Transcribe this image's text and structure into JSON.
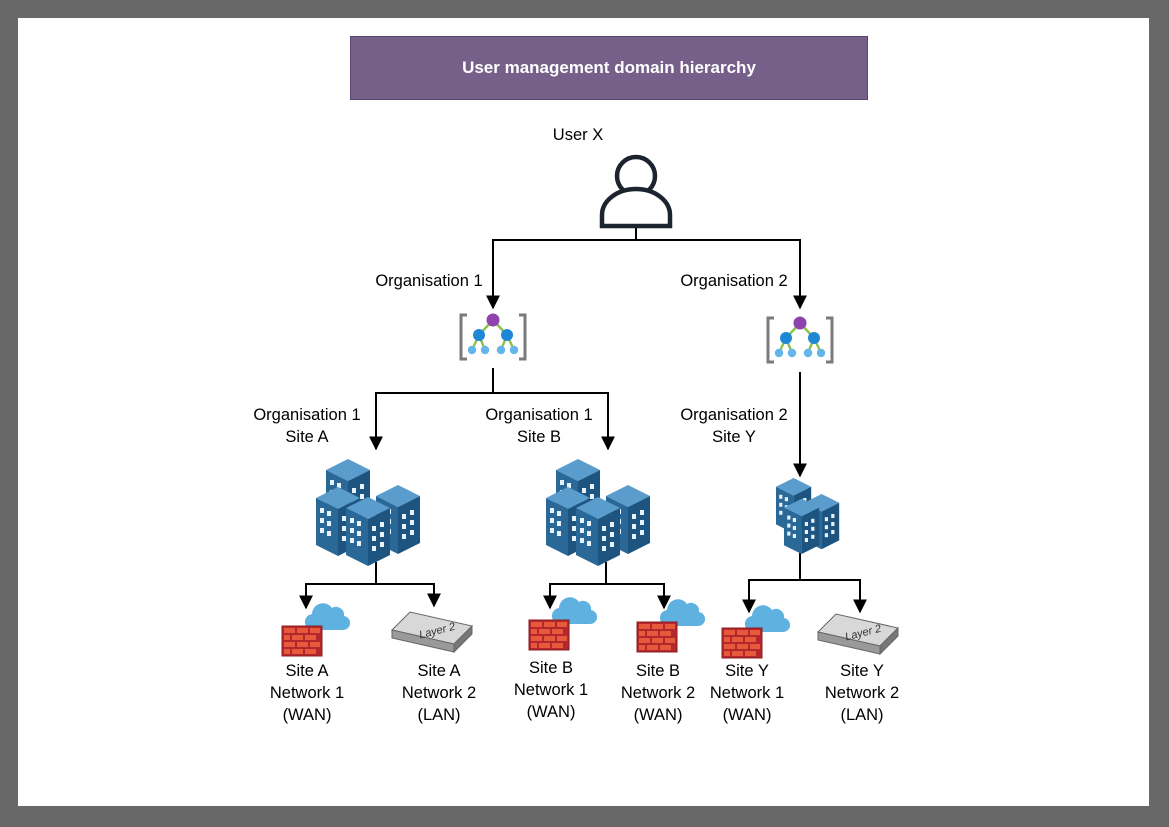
{
  "title": "User management domain hierarchy",
  "user": {
    "label": "User X"
  },
  "organisations": [
    {
      "label": "Organisation 1"
    },
    {
      "label": "Organisation 2"
    }
  ],
  "sites": [
    {
      "line1": "Organisation 1",
      "line2": "Site A"
    },
    {
      "line1": "Organisation 1",
      "line2": "Site B"
    },
    {
      "line1": "Organisation 2",
      "line2": "Site Y"
    }
  ],
  "networks": [
    {
      "line1": "Site A",
      "line2": "Network 1",
      "line3": "(WAN)",
      "icon": "firewall-cloud-icon"
    },
    {
      "line1": "Site A",
      "line2": "Network 2",
      "line3": "(LAN)",
      "icon": "layer2-switch-icon",
      "badge": "Layer 2"
    },
    {
      "line1": "Site B",
      "line2": "Network 1",
      "line3": "(WAN)",
      "icon": "firewall-cloud-icon"
    },
    {
      "line1": "Site B",
      "line2": "Network 2",
      "line3": "(WAN)",
      "icon": "firewall-cloud-icon"
    },
    {
      "line1": "Site Y",
      "line2": "Network 1",
      "line3": "(WAN)",
      "icon": "firewall-cloud-icon"
    },
    {
      "line1": "Site Y",
      "line2": "Network 2",
      "line3": "(LAN)",
      "icon": "layer2-switch-icon",
      "badge": "Layer 2"
    }
  ],
  "colors": {
    "title_bg": "#76608a",
    "frame": "#686868",
    "building": "#2f6c9a",
    "firewall": "#c0282c",
    "cloud": "#5fb2e0",
    "org_node_purple": "#8e44ad",
    "org_node_blue": "#1e88d6",
    "org_edge_green": "#8bc34a"
  }
}
